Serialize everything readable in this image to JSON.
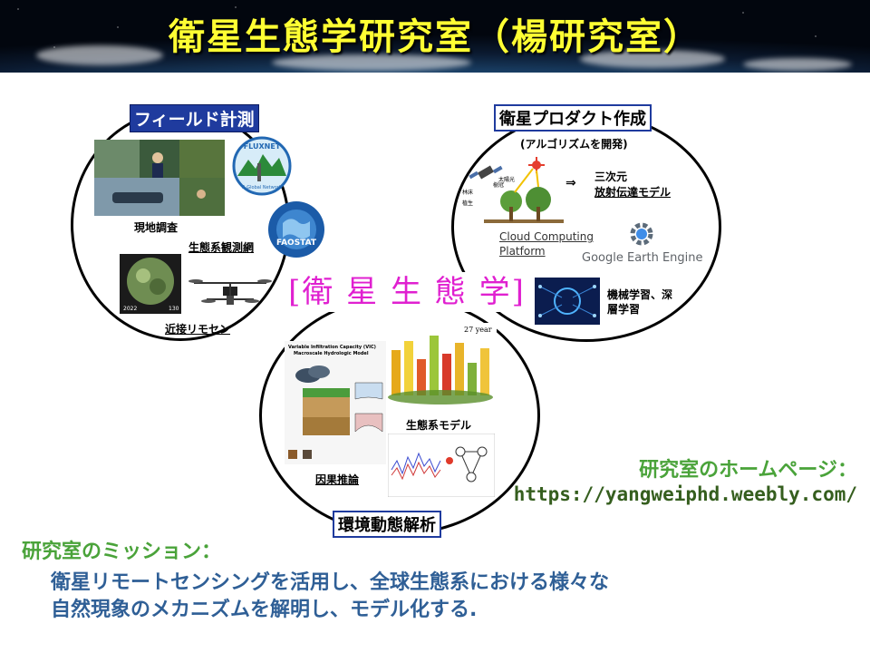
{
  "title": "衛星生態学研究室（楊研究室）",
  "center_label": "[衛 星 生 態 学]",
  "field": {
    "heading": "フィールド計測",
    "survey": "現地調査",
    "obs_network": "生態系観測網",
    "proximal": "近接リモセン",
    "fluxnet_logo": "FLUXNET",
    "fluxnet_sub": "A Global Network",
    "faostat_logo": "FAOSTAT",
    "photo_date_left": "2022",
    "photo_date_right": "130"
  },
  "product": {
    "heading": "衛星プロダクト作成",
    "algorithm": "(アルゴリズムを開発)",
    "arrow": "⇒",
    "rt_model_line1": "三次元",
    "rt_model_line2": "放射伝達モデル",
    "cloud_line1": "Cloud Computing",
    "cloud_line2": "Platform",
    "gee": "Google Earth Engine",
    "ml_line1": "機械学習、深",
    "ml_line2": "層学習",
    "diagram_labels": [
      "林床",
      "植生",
      "樹冠",
      "太陽光"
    ]
  },
  "dynamics": {
    "heading": "環境動態解析",
    "eco_model": "生態系モデル",
    "causal": "因果推論",
    "vic_title_line1": "Variable Infiltration Capacity (VIC)",
    "vic_title_line2": "Macroscale Hydrologic Model",
    "chart_year": "27 year"
  },
  "homepage_label": "研究室のホームページ：",
  "homepage_url": "https://yangweiphd.weebly.com/",
  "mission_heading": "研究室のミッション：",
  "mission_line1": "衛星リモートセンシングを活用し、全球生態系における様々な",
  "mission_line2": "自然現象のメカニズムを解明し、モデル化する.",
  "colors": {
    "title": "#ffff33",
    "center_label": "#e020d0",
    "heading_box": "#1f3b9e",
    "green_heading": "#4aa33a",
    "mission_text": "#2f5f96"
  }
}
